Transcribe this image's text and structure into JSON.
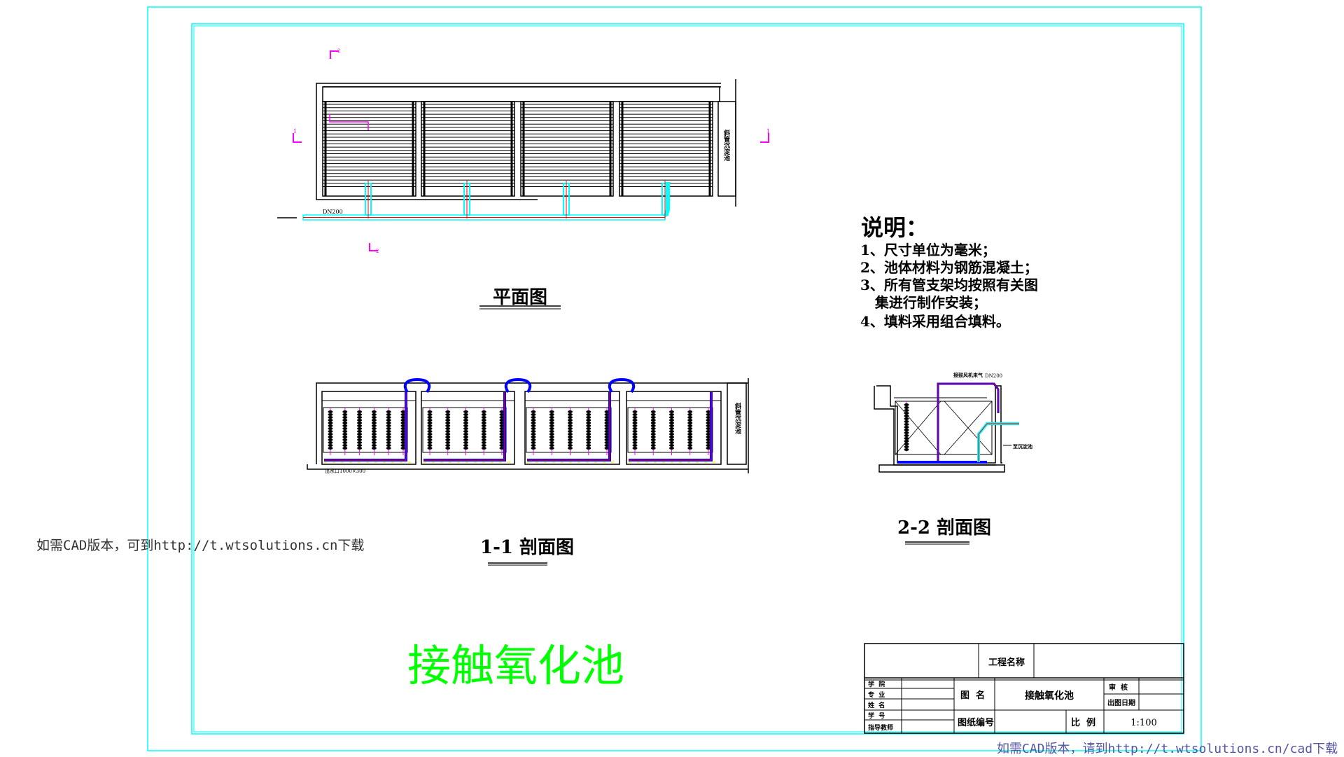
{
  "drawing": {
    "main_title": "接触氧化池",
    "plan": {
      "title": "平面图",
      "pipe_label": "DN200",
      "side_tank_label": "斜管沉淀池",
      "section_mark_1": "1",
      "section_mark_2": "2"
    },
    "section_1_1": {
      "title": "1-1 剖面图",
      "outlet_label": "出水口1000×300",
      "side_tank_label": "斜管沉淀池"
    },
    "section_2_2": {
      "title": "2-2 剖面图",
      "air_label": "接鼓风机来气",
      "pipe_label": "DN200",
      "outlet_label": "至沉淀池"
    },
    "notes": {
      "heading": "说明：",
      "items": [
        "1、尺寸单位为毫米；",
        "2、池体材料为钢筋混凝土；",
        "3、所有管支架均按照有关图",
        "   集进行制作安装；",
        "4、填料采用组合填料。"
      ]
    },
    "title_block": {
      "project_name_label": "工程名称",
      "college_label": "学  院",
      "major_label": "专  业",
      "name_label": "姓  名",
      "student_id_label": "学  号",
      "advisor_label": "指导教师",
      "drawing_name_label": "图  名",
      "drawing_name_value": "接触氧化池",
      "drawing_no_label": "图纸编号",
      "review_label": "审  核",
      "date_label": "出图日期",
      "scale_label": "比  例",
      "scale_value": "1:100"
    }
  },
  "watermarks": {
    "left": "如需CAD版本，可到http://t.wtsolutions.cn下载",
    "bottom_right": "如需CAD版本，请到http://t.wtsolutions.cn/cad下载"
  },
  "colors": {
    "frame": "#00ffff",
    "section_mark": "#ff00ff",
    "title_green": "#00ff00",
    "air_pipe": "#0000ff",
    "center_line": "#ff0000"
  }
}
